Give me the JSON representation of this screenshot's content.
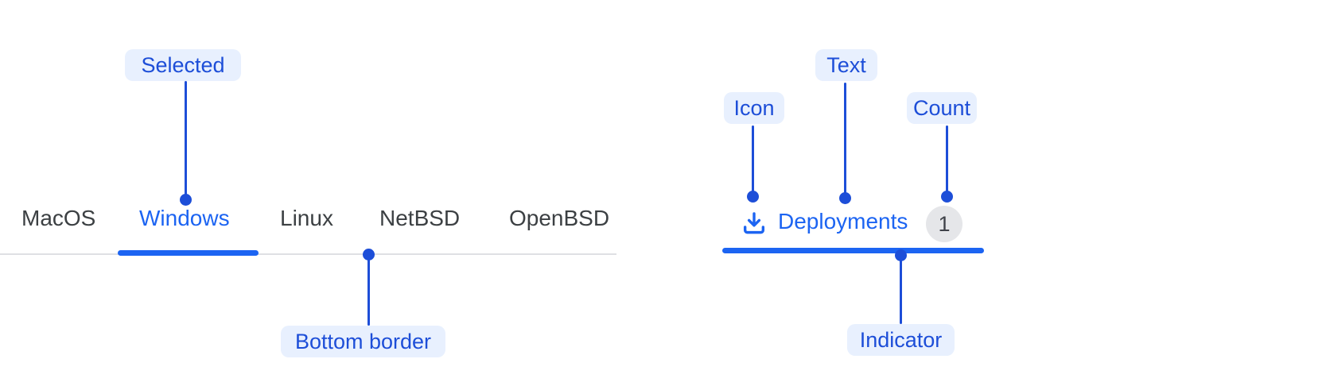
{
  "colors": {
    "accent_blue": "#1C64F2",
    "annotation_blue": "#1D4ED8",
    "annotation_pill_bg": "#E8F0FE",
    "tab_inactive_text": "#3C4043",
    "tab_bar_border": "#DFE0E4",
    "count_badge_bg": "#E5E6E9",
    "count_badge_text": "#3F4249"
  },
  "tab_bar_example": {
    "tabs": [
      {
        "label": "MacOS",
        "selected": false
      },
      {
        "label": "Windows",
        "selected": true
      },
      {
        "label": "Linux",
        "selected": false
      },
      {
        "label": "NetBSD",
        "selected": false
      },
      {
        "label": "OpenBSD",
        "selected": false
      }
    ],
    "annotations": {
      "selected_label": "Selected",
      "bottom_border_label": "Bottom border"
    }
  },
  "single_tab_example": {
    "icon": "download-icon",
    "label": "Deployments",
    "count": "1",
    "annotations": {
      "icon_label": "Icon",
      "text_label": "Text",
      "count_label": "Count",
      "indicator_label": "Indicator"
    }
  }
}
